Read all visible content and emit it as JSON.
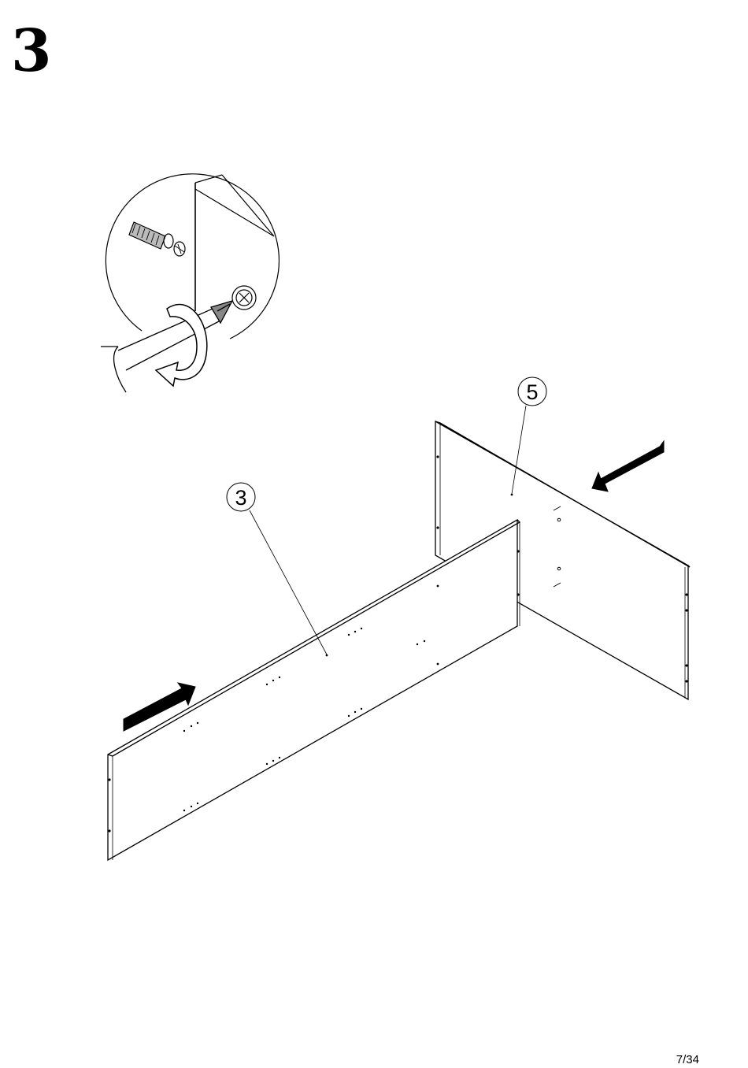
{
  "step": {
    "number": "3"
  },
  "callouts": {
    "part_3": "3",
    "part_5": "5"
  },
  "footer": {
    "page": "7/34"
  },
  "icons": {
    "detail": "screw-detail-icon",
    "screwdriver": "screwdriver-icon",
    "rotation": "clockwise-arrow-icon",
    "push_arrow": "push-arrow-icon"
  }
}
